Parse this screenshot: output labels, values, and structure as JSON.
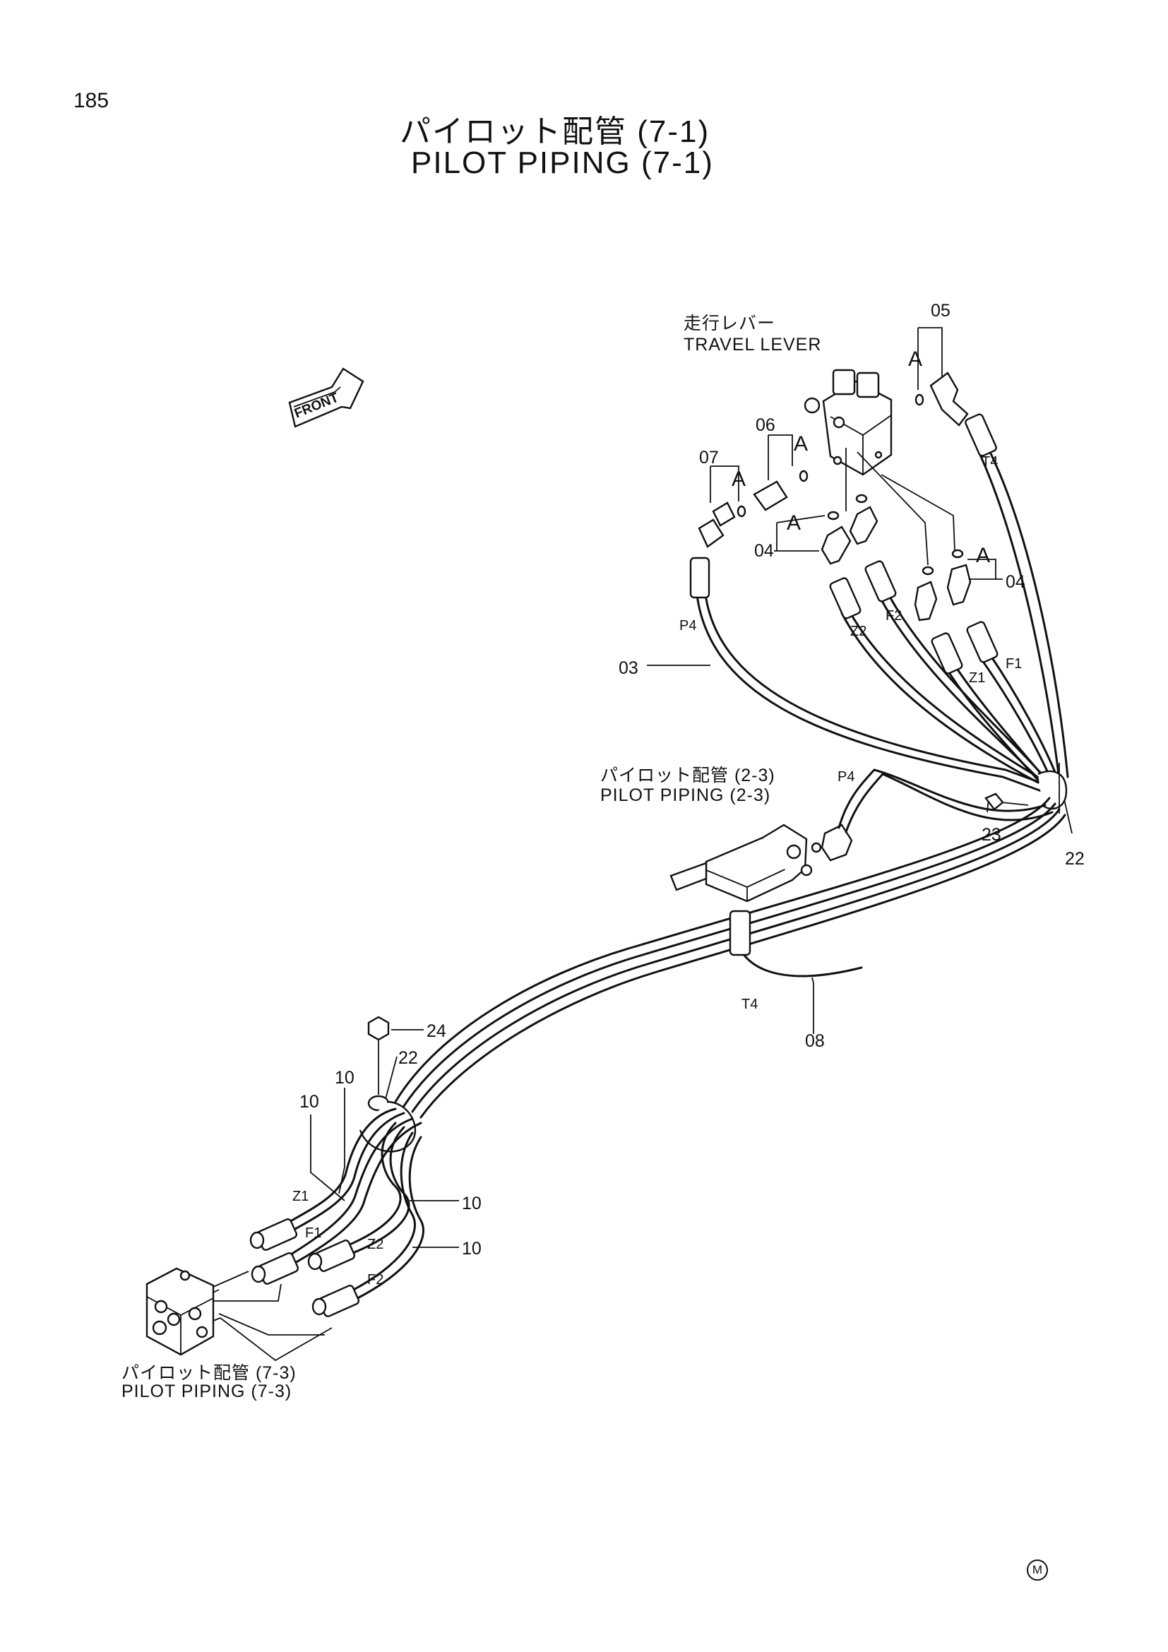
{
  "page_number": "185",
  "title": {
    "jp": "パイロット配管 (7-1)",
    "en": "PILOT PIPING (7-1)"
  },
  "front_badge": "FRONT",
  "travel_lever": {
    "jp": "走行レバー",
    "en": "TRAVEL LEVER"
  },
  "pilot_piping_2_3": {
    "jp": "パイロット配管 (2-3)",
    "en": "PILOT PIPING (2-3)"
  },
  "pilot_piping_7_3": {
    "jp": "パイロット配管 (7-3)",
    "en": "PILOT PIPING (7-3)"
  },
  "part_numbers": {
    "p03": "03",
    "p04a": "04",
    "p04b": "04",
    "p05": "05",
    "p06": "06",
    "p07": "07",
    "p08": "08",
    "p10a": "10",
    "p10b": "10",
    "p10c": "10",
    "p10d": "10",
    "p22a": "22",
    "p22b": "22",
    "p23": "23",
    "p24": "24"
  },
  "detail_marks": [
    "A",
    "A",
    "A",
    "A",
    "A"
  ],
  "port_labels": {
    "T4_top": "T4",
    "P4_left": "P4",
    "Z2_top": "Z2",
    "F2_top": "F2",
    "Z1_top": "Z1",
    "F1_top": "F1",
    "P4_mid": "P4",
    "T4_mid": "T4",
    "Z1_bot": "Z1",
    "F1_bot": "F1",
    "Z2_bot": "Z2",
    "F2_bot": "F2"
  },
  "marker": "M"
}
